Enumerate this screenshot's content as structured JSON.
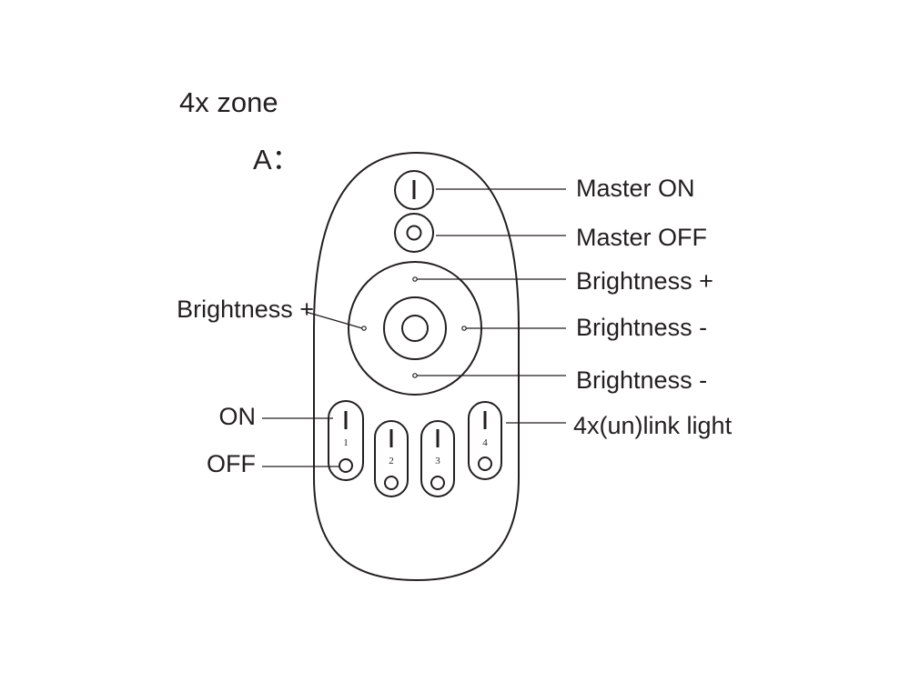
{
  "heading": "4x zone",
  "subheading": "A：",
  "labels": {
    "master_on": "Master ON",
    "master_off": "Master OFF",
    "brightness_plus_top": "Brightness +",
    "brightness_minus_right": "Brightness -",
    "brightness_minus_bottom": "Brightness -",
    "brightness_plus_left": "Brightness +",
    "on": "ON",
    "off": "OFF",
    "link_light": "4x(un)link light"
  },
  "zones": [
    "1",
    "2",
    "3",
    "4"
  ],
  "colors": {
    "line": "#231f20",
    "background": "#ffffff"
  },
  "icons": [
    "power-on-icon",
    "power-off-icon"
  ]
}
